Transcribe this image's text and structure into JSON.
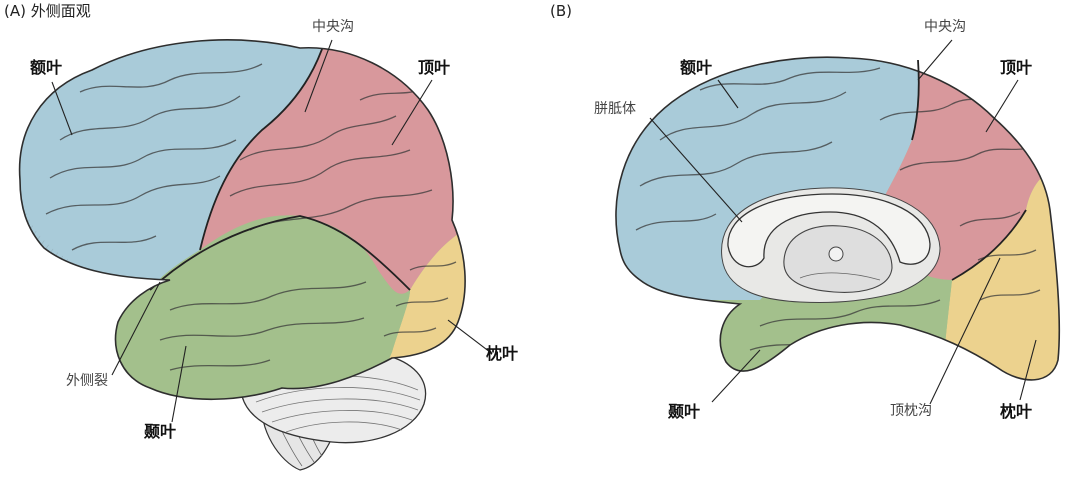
{
  "panels": {
    "a": {
      "letter": "(A)",
      "title": "外侧面观"
    },
    "b": {
      "letter": "(B)",
      "title": ""
    }
  },
  "labels_a": {
    "frontal": "额叶",
    "central_sulcus": "中央沟",
    "parietal": "顶叶",
    "occipital": "枕叶",
    "lateral_fissure": "外侧裂",
    "temporal": "颞叶"
  },
  "labels_b": {
    "frontal": "额叶",
    "central_sulcus": "中央沟",
    "parietal": "顶叶",
    "corpus_callosum": "胼胝体",
    "temporal": "颞叶",
    "parieto_occipital_sulcus": "顶枕沟",
    "occipital": "枕叶"
  },
  "colors": {
    "frontal": "#a9cbd9",
    "parietal": "#d8989c",
    "temporal": "#a3c08c",
    "occipital": "#ecd28e",
    "cerebellum": "#ececec",
    "corpus_callosum": "#f4f4f2",
    "outline": "#2e2e2e"
  }
}
